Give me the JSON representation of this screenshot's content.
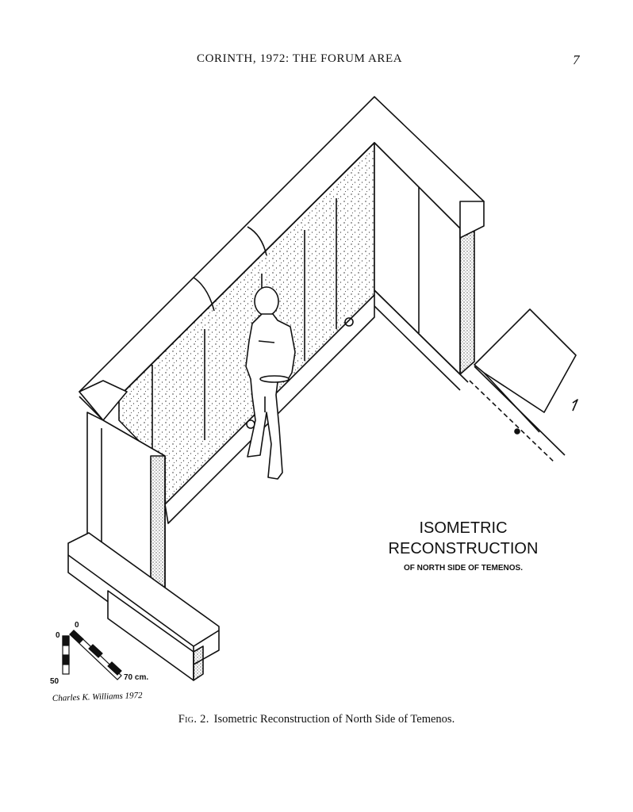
{
  "running_head": {
    "title": "CORINTH, 1972: THE FORUM AREA",
    "page_number": "7"
  },
  "figure": {
    "label_line1": "ISOMETRIC",
    "label_line2": "RECONSTRUCTION",
    "label_line3": "OF NORTH SIDE OF TEMENOS.",
    "scale_zero_a": "0",
    "scale_zero_b": "0",
    "scale_fifty": "50",
    "scale_seventy": "70 cm.",
    "signature": "Charles K. Williams 1972"
  },
  "caption": {
    "number": "Fig. 2.",
    "text": "Isometric Reconstruction of North Side of Temenos."
  }
}
